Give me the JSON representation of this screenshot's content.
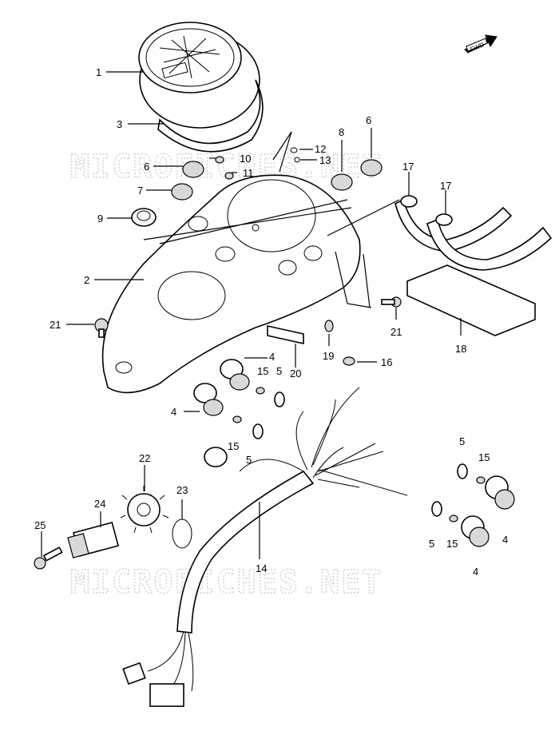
{
  "watermark": {
    "top": "MICROFICHES.NET",
    "bottom": "MICROFICHES.NET"
  },
  "fwd_label": "FWD",
  "callouts": {
    "c1": "1",
    "c2": "2",
    "c3": "3",
    "c4a": "4",
    "c4b": "4",
    "c4c": "4",
    "c4d": "4",
    "c5a": "5",
    "c5b": "5",
    "c5c": "5",
    "c5d": "5",
    "c6a": "6",
    "c6b": "6",
    "c7": "7",
    "c8": "8",
    "c9": "9",
    "c10": "10",
    "c11": "11",
    "c12": "12",
    "c13": "13",
    "c14": "14",
    "c15a": "15",
    "c15b": "15",
    "c15c": "15",
    "c15d": "15",
    "c16": "16",
    "c17a": "17",
    "c17b": "17",
    "c18": "18",
    "c19": "19",
    "c20": "20",
    "c21a": "21",
    "c21b": "21",
    "c22": "22",
    "c23": "23",
    "c24": "24",
    "c25": "25"
  }
}
